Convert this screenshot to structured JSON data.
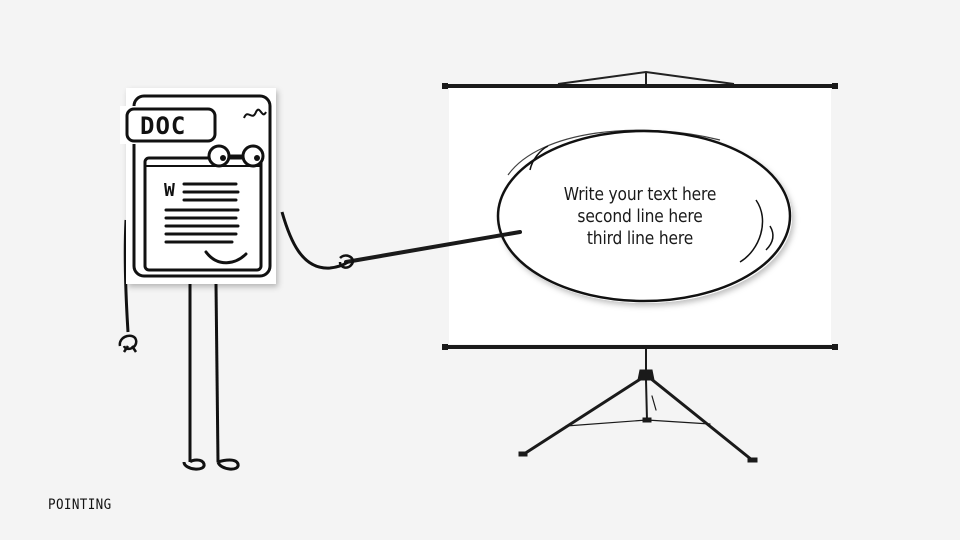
{
  "doc_character": {
    "tag_label": "DOC",
    "w_glyph": "W"
  },
  "speech_bubble": {
    "lines": [
      "Write your text here",
      "second line here",
      "third line here"
    ]
  },
  "caption": "POINTING",
  "colors": {
    "background": "#f4f4f4",
    "ink": "#111111",
    "screen": "#ffffff"
  }
}
